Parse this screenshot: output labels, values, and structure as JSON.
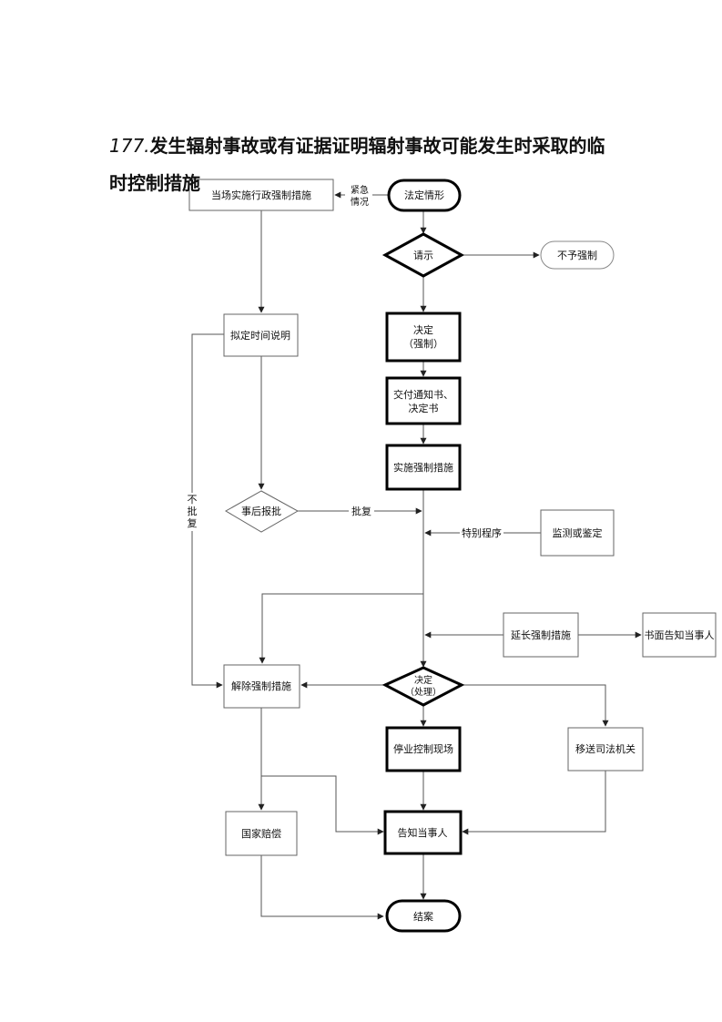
{
  "title": {
    "number": "177.",
    "line1": "发生辐射事故或有证据证明辐射事故可能发生时采取的临",
    "line2": "时控制措施"
  },
  "nodes": {
    "legal": "法定情形",
    "request": "请示",
    "no_force": "不予强制",
    "decide_force_1": "决定",
    "decide_force_2": "（强制）",
    "deliver_1": "交付通知书、",
    "deliver_2": "决定书",
    "implement": "实施强制措施",
    "onsite": "当场实施行政强制措施",
    "draft": "拟定时间说明",
    "post_approve": "事后报批",
    "monitor": "监测或鉴定",
    "extend": "延长强制措施",
    "notify_written": "书面告知当事人",
    "decide_handle_1": "决定",
    "decide_handle_2": "（处理）",
    "release": "解除强制措施",
    "stop": "停业控制现场",
    "transfer": "移送司法机关",
    "compensation": "国家赔偿",
    "notify": "告知当事人",
    "close": "结案"
  },
  "edge_labels": {
    "urgent_1": "紧急",
    "urgent_2": "情况",
    "approved": "批复",
    "special": "特别程序",
    "not_approved_1": "不",
    "not_approved_2": "批",
    "not_approved_3": "复"
  }
}
